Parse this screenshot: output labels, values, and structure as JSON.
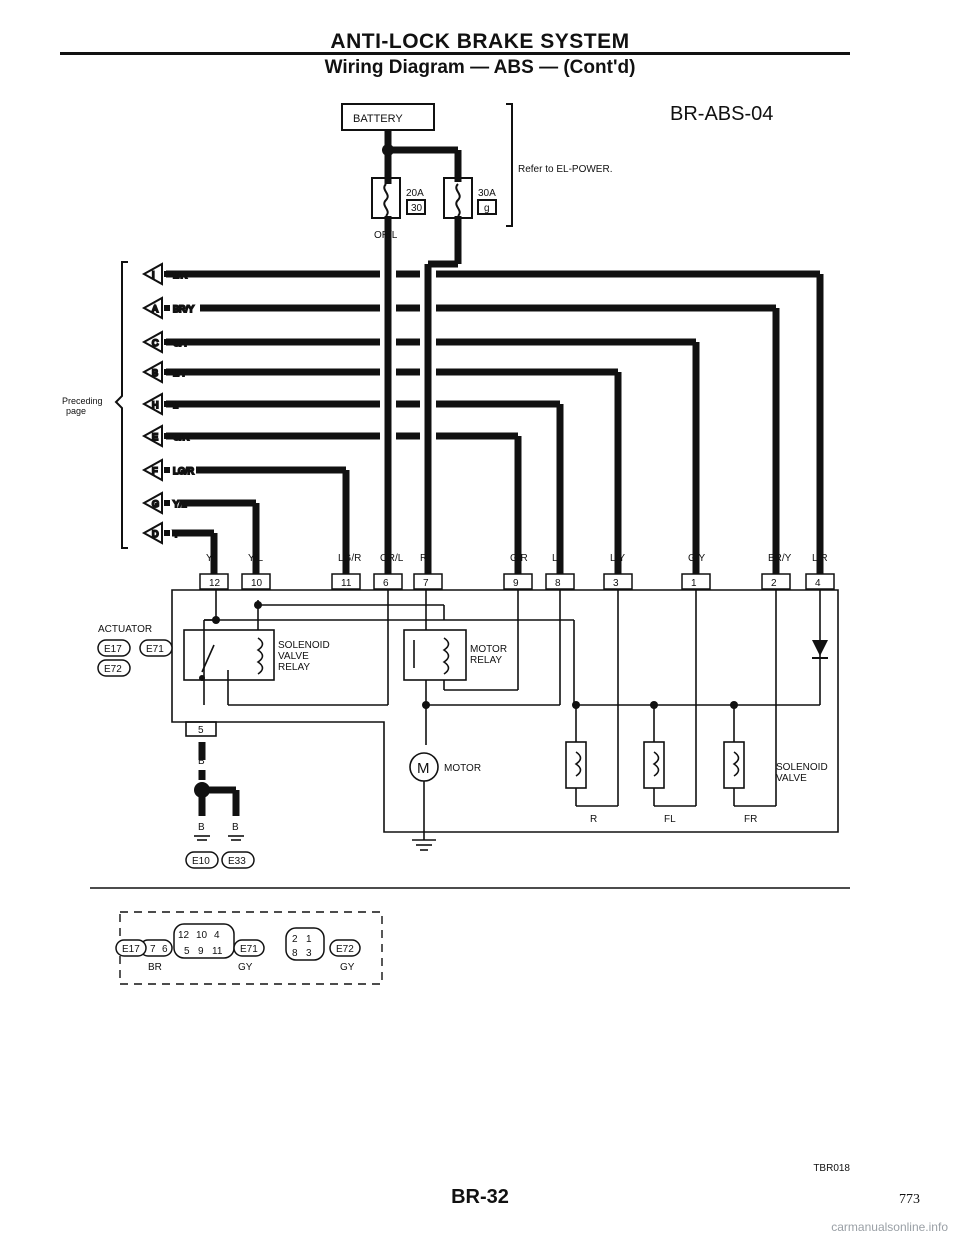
{
  "header": {
    "title": "ANTI-LOCK BRAKE SYSTEM",
    "subtitle": "Wiring Diagram — ABS — (Cont'd)"
  },
  "diagram": {
    "code": "BR-ABS-04",
    "battery": "BATTERY",
    "refer": "Refer to EL-POWER.",
    "fuses": [
      {
        "amps": "20A",
        "num": "30",
        "wire": "OR/L"
      },
      {
        "amps": "30A",
        "num": "g",
        "wire": "R"
      }
    ],
    "preceding": [
      "Preceding",
      "page"
    ],
    "connectors": [
      {
        "letter": "I",
        "color": "L/R"
      },
      {
        "letter": "A",
        "color": "BR/Y"
      },
      {
        "letter": "C",
        "color": "G/Y"
      },
      {
        "letter": "B",
        "color": "L/Y"
      },
      {
        "letter": "H",
        "color": "L"
      },
      {
        "letter": "E",
        "color": "G/R"
      },
      {
        "letter": "F",
        "color": "LG/R"
      },
      {
        "letter": "G",
        "color": "Y/L"
      },
      {
        "letter": "D",
        "color": "Y"
      }
    ],
    "terminals": [
      {
        "color": "Y",
        "pin": "12"
      },
      {
        "color": "Y/L",
        "pin": "10"
      },
      {
        "color": "LG/R",
        "pin": "11"
      },
      {
        "color": "OR/L",
        "pin": "6"
      },
      {
        "color": "R",
        "pin": "7"
      },
      {
        "color": "G/R",
        "pin": "9"
      },
      {
        "color": "L",
        "pin": "8"
      },
      {
        "color": "L/Y",
        "pin": "3"
      },
      {
        "color": "G/Y",
        "pin": "1"
      },
      {
        "color": "BR/Y",
        "pin": "2"
      },
      {
        "color": "L/R",
        "pin": "4"
      }
    ],
    "actuator": {
      "label": "ACTUATOR",
      "conn1": "E17",
      "conn2": "E71",
      "conn3": "E72"
    },
    "solenoid_relay": [
      "SOLENOID",
      "VALVE",
      "RELAY"
    ],
    "motor_relay": [
      "MOTOR",
      "RELAY"
    ],
    "motor": "MOTOR",
    "motor_symbol": "M",
    "solenoid_valve": [
      "SOLENOID",
      "VALVE"
    ],
    "valves": [
      "R",
      "FL",
      "FR"
    ],
    "ground": {
      "pin": "5",
      "wire": "B",
      "wire1": "B",
      "wire2": "B",
      "conn1": "E10",
      "conn2": "E33"
    },
    "legend": {
      "c1": {
        "pins": [
          "7",
          "6"
        ],
        "id": "E17",
        "color": "BR"
      },
      "c2": {
        "pins": [
          "12",
          "10",
          "4",
          "5",
          "9",
          "11"
        ],
        "id": "E71",
        "color": "GY"
      },
      "c3": {
        "pins": [
          "2",
          "1",
          "8",
          "3"
        ],
        "id": "E72",
        "color": "GY"
      }
    }
  },
  "footer": {
    "image_code": "TBR018",
    "page": "BR-32",
    "side_number": "773",
    "watermark": "carmanualsonline.info"
  }
}
